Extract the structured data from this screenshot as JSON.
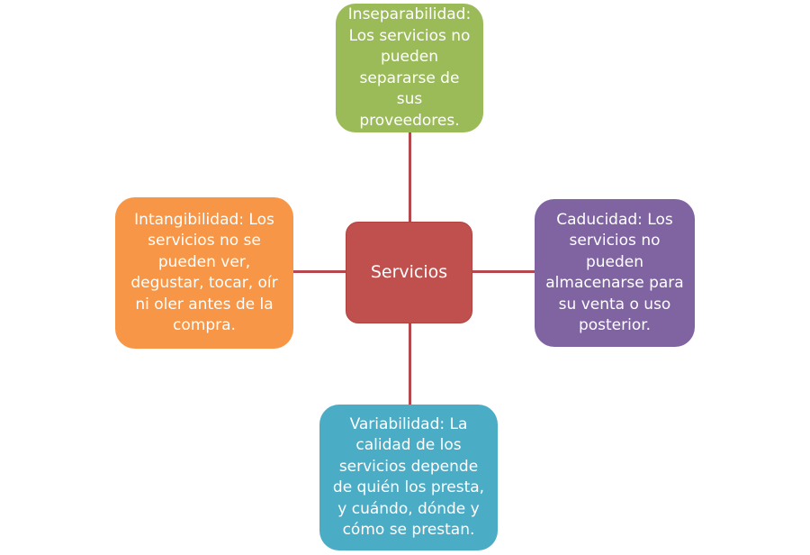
{
  "diagram": {
    "center": {
      "label": "Servicios"
    },
    "top": {
      "text": "Inseparabilidad: Los servicios no pueden separarse de sus proveedores."
    },
    "left": {
      "text": "Intangibilidad: Los servicios no se pueden ver, degustar, tocar, oír ni oler antes de la compra."
    },
    "right": {
      "text": "Caducidad: Los servicios no pueden almacenarse para su venta o uso posterior."
    },
    "bottom": {
      "text": "Variabilidad: La calidad de los servicios depende de quién los presta, y cuándo, dónde y cómo se prestan."
    }
  },
  "colors": {
    "center": "#c0504d",
    "top": "#9bbb59",
    "left": "#f79646",
    "right": "#8064a2",
    "bottom": "#4bacc6",
    "connector": "#b5474f"
  }
}
